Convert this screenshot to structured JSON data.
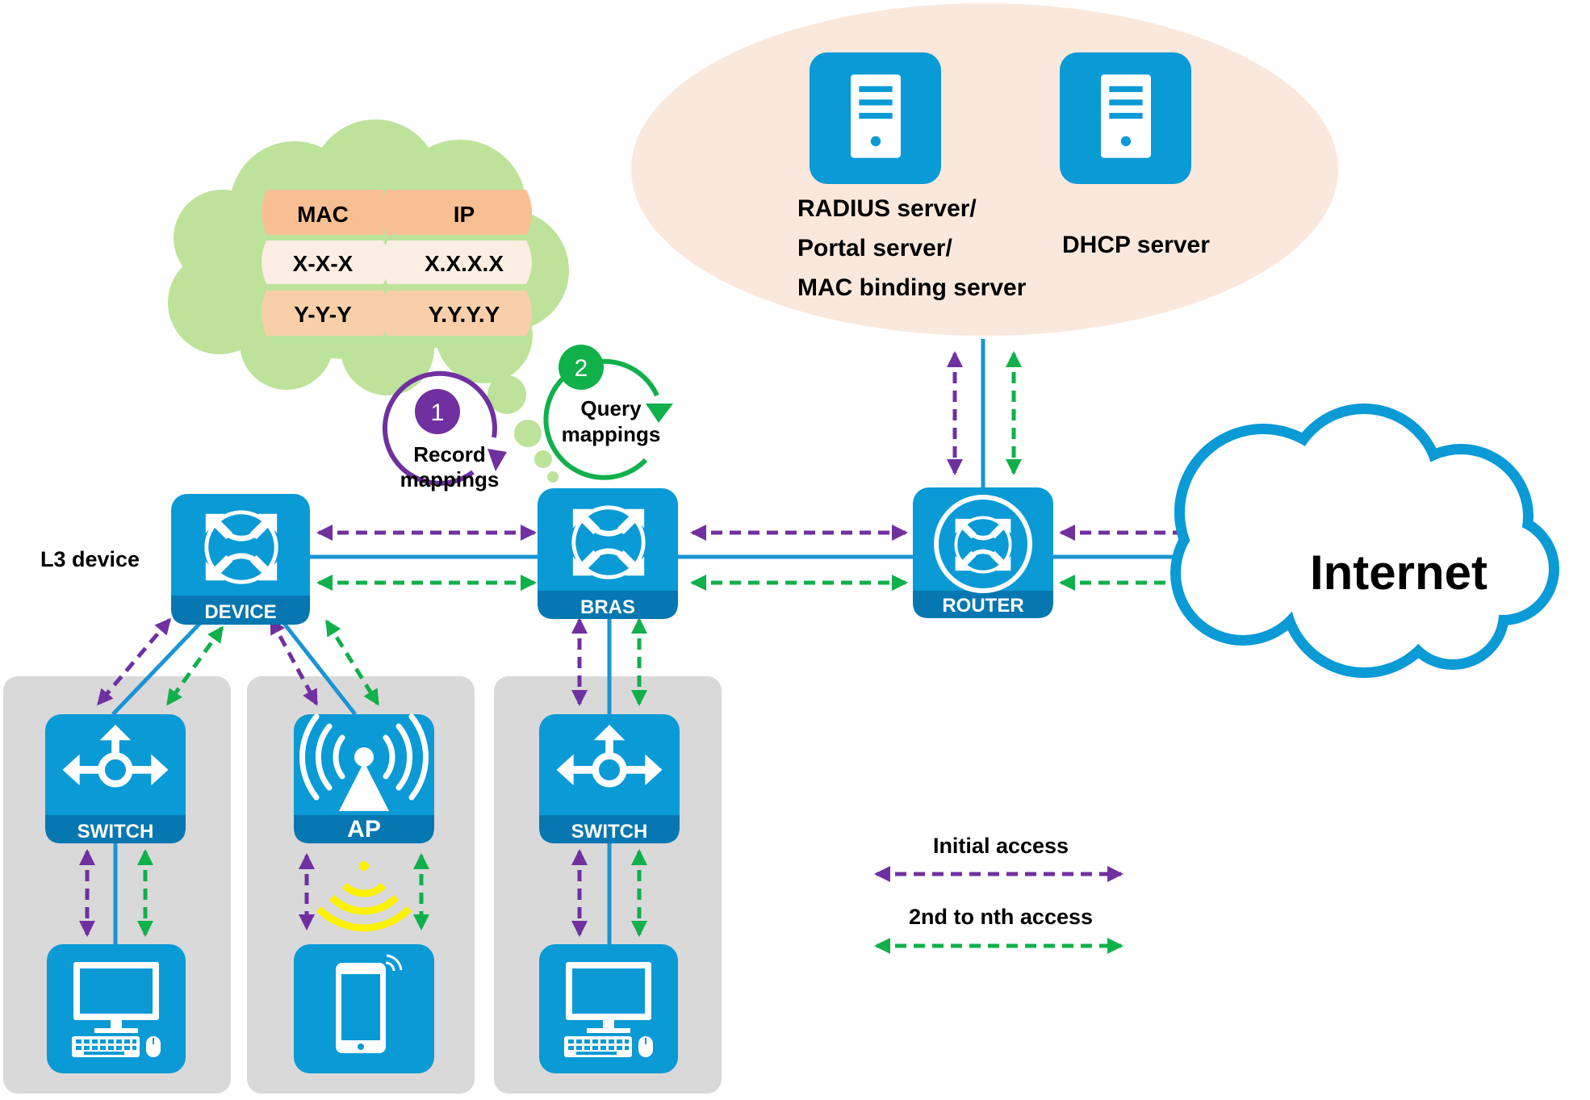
{
  "colors": {
    "device_blue": "#0a9ad6",
    "device_band": "#0677b0",
    "link_blue": "#1a94d4",
    "initial_purple": "#7030a0",
    "repeat_green": "#10b04a",
    "group_gray": "#d9d9d9",
    "server_zone": "#fbe8dc",
    "table_cloud": "#bde39a",
    "table_header": "#f8bf93",
    "table_row_light": "#fbeee2",
    "table_row_mid": "#f9cfa9",
    "wifi_yellow": "#fff200"
  },
  "mapping_table": {
    "headers": [
      "MAC",
      "IP"
    ],
    "rows": [
      [
        "X-X-X",
        "X.X.X.X"
      ],
      [
        "Y-Y-Y",
        "Y.Y.Y.Y"
      ]
    ]
  },
  "steps": [
    {
      "number": "1",
      "line1": "Record",
      "line2": "mappings"
    },
    {
      "number": "2",
      "line1": "Query",
      "line2": "mappings"
    }
  ],
  "servers": {
    "auth_line1": "RADIUS server/",
    "auth_line2": "Portal server/",
    "auth_line3": "MAC binding server",
    "dhcp": "DHCP server"
  },
  "devices": {
    "device_label": "DEVICE",
    "l3_caption": "L3 device",
    "bras_label": "BRAS",
    "router_label": "ROUTER",
    "switch_label": "SWITCH",
    "ap_label": "AP",
    "internet_label": "Internet"
  },
  "icons": {
    "server": "server-icon",
    "l3_switch": "l3-switch-icon",
    "router": "router-icon",
    "switch": "switch-icon",
    "access_point": "access-point-icon",
    "pc": "desktop-pc-icon",
    "phone": "smartphone-icon",
    "cloud": "cloud-icon"
  },
  "legend": {
    "initial": "Initial access",
    "repeat": "2nd to nth access"
  }
}
